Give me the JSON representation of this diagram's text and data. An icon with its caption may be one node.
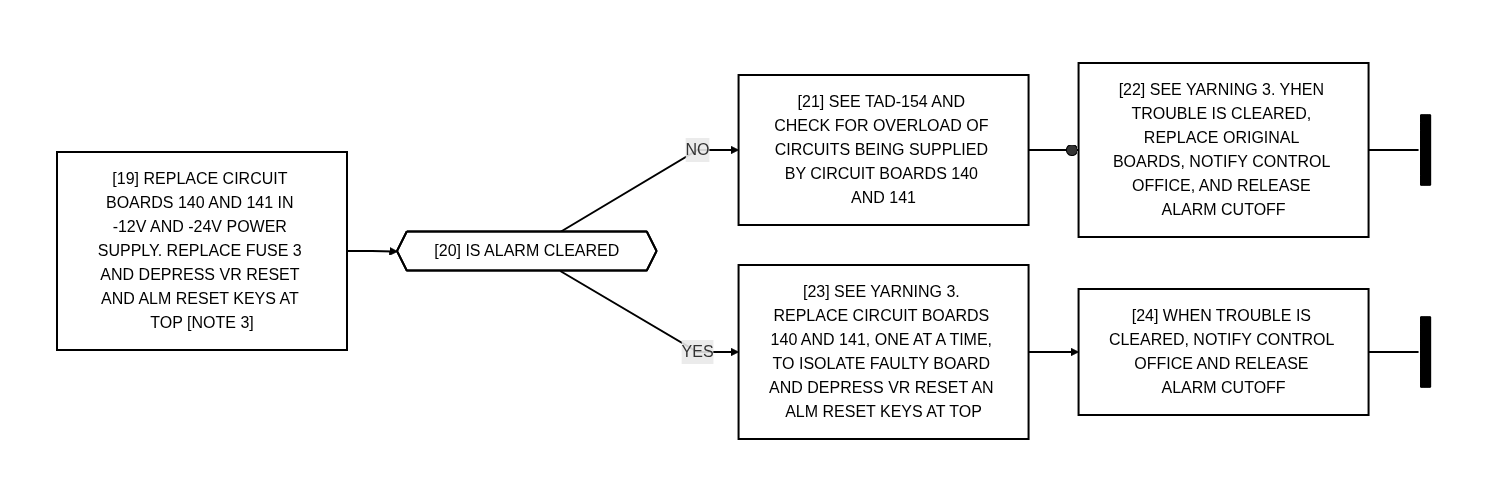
{
  "diagram": {
    "nodes": [
      {
        "text": [
          "[19] REPLACE CIRCUIT BOARDS 140 AND 141 IN -12V AND -24V POWER SUPPLY. REPLACE FUSE 3 AND DEPRESS VR RESET AND ALM RESET KEYS AT TOP [NOTE 3]"
        ]
      },
      {
        "text": [
          "[20] IS ALARM CLEARED"
        ]
      },
      {
        "text": [
          "[21] SEE TAD-154 AND CHECK FOR OVERLOAD OF CIRCUITS BEING SUPPLIED BY CIRCUIT BOARDS 140 AND 141"
        ]
      },
      {
        "text": [
          "[22] SEE YARNING 3. YHEN TROUBLE IS CLEARED, REPLACE ORIGINAL BOARDS, NOTIFY CONTROL OFFICE, AND RELEASE ALARM CUTOFF"
        ]
      },
      {
        "text": [],
        "shape": "bar"
      },
      {
        "text": [
          "[23] SEE YARNING 3. REPLACE CIRCUIT BOARDS 140 AND 141, ONE AT A TIME, TO ISOLATE FAULTY BOARD AND DEPRESS VR RESET AN ALM RESET KEYS AT TOP"
        ]
      },
      {
        "text": [
          "[24] WHEN TROUBLE IS CLEARED, NOTIFY CONTROL OFFICE AND RELEASE ALARM CUTOFF"
        ]
      },
      {
        "text": [],
        "shape": "bar"
      }
    ],
    "edges": [
      {
        "from": 0,
        "to": 1,
        "arrow": "to"
      },
      {
        "from": 1,
        "to": 2,
        "label": "NO",
        "arrow": "to"
      },
      {
        "from": 2,
        "to": 3,
        "arrow": "other"
      },
      {
        "from": 3,
        "to": 4,
        "arrow": "none"
      },
      {
        "from": 1,
        "to": 5,
        "label": "YES",
        "arrow": "to"
      },
      {
        "from": 5,
        "to": 6,
        "arrow": "to"
      },
      {
        "from": 6,
        "to": 7,
        "arrow": "none"
      }
    ]
  }
}
